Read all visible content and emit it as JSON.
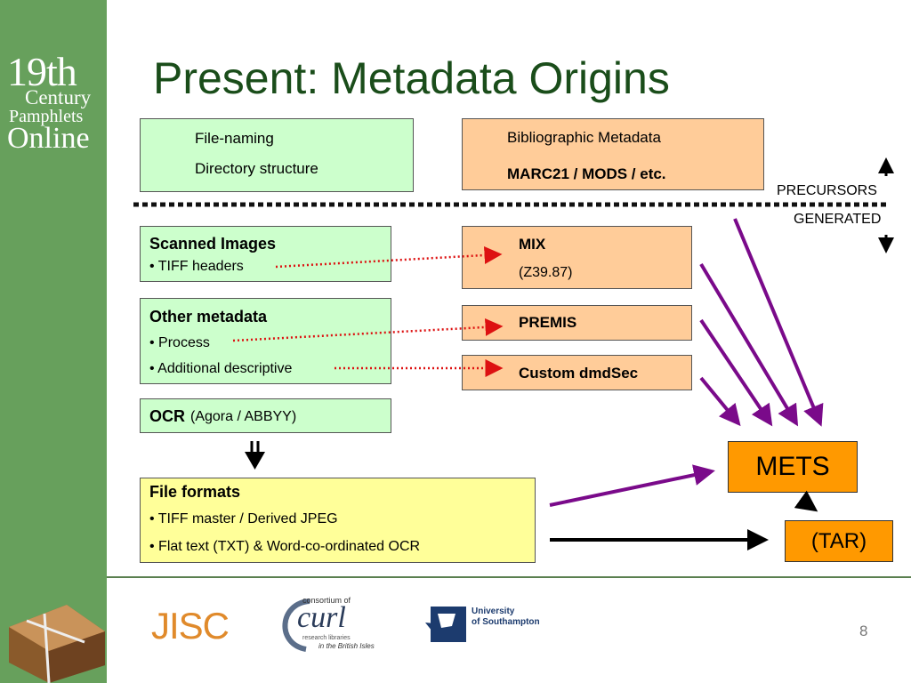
{
  "slide": {
    "title": "Present: Metadata Origins",
    "page_number": "8"
  },
  "logo": {
    "line1": "19th",
    "line2": "Century",
    "line3": "Pamphlets",
    "line4": "Online"
  },
  "boxes": {
    "filenaming": {
      "line1": "File-naming",
      "line2": "Directory structure"
    },
    "bibliographic": {
      "line1": "Bibliographic Metadata",
      "line2": "MARC21 / MODS / etc."
    },
    "scanned": {
      "heading": "Scanned Images",
      "item1": "• TIFF headers"
    },
    "mix": {
      "heading": "MIX",
      "sub": "(Z39.87)"
    },
    "other": {
      "heading": "Other metadata",
      "item1": "• Process",
      "item2": "• Additional descriptive"
    },
    "premis": {
      "heading": "PREMIS"
    },
    "custom": {
      "heading": "Custom dmdSec"
    },
    "ocr": {
      "heading": "OCR",
      "sub": "(Agora / ABBYY)"
    },
    "fileformats": {
      "heading": "File formats",
      "item1": "• TIFF master / Derived JPEG",
      "item2": "• Flat text (TXT) & Word-co-ordinated OCR"
    },
    "mets": {
      "label": "METS"
    },
    "tar": {
      "label": "(TAR)"
    }
  },
  "divider": {
    "precursors": "PRECURSORS",
    "generated": "GENERATED"
  },
  "footer_logos": {
    "jisc": "JISC",
    "curl_top": "consortium of",
    "curl_main": "curl",
    "curl_sub1": "research libraries",
    "curl_sub2": "in the British Isles",
    "soton1": "University",
    "soton2": "of Southampton"
  },
  "colors": {
    "sidebar": "#67a05c",
    "title": "#1a4d1a",
    "green_box": "#ccffcc",
    "peach_box": "#ffcc99",
    "yellow_box": "#ffff99",
    "orange_box": "#ff9900",
    "red_dotted": "#dd1111",
    "purple_arrow": "#7a0a8a"
  }
}
